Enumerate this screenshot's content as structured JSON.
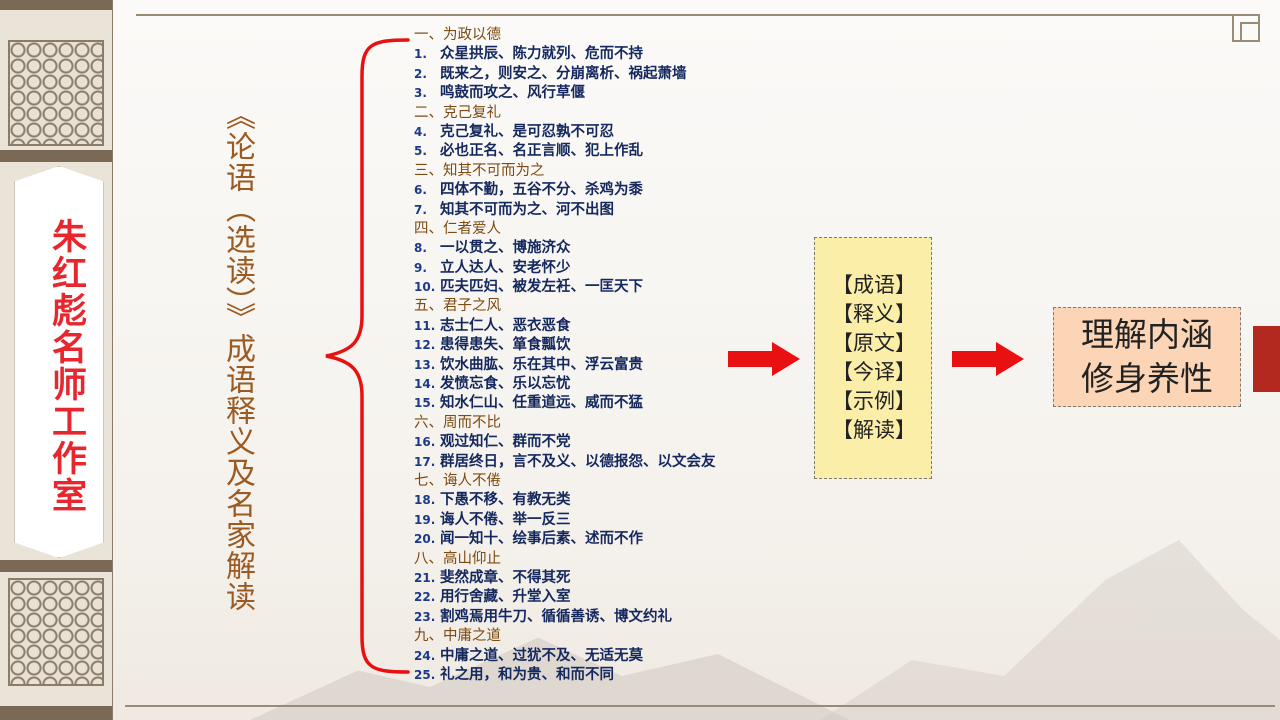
{
  "studio_title": "朱红彪名师工作室",
  "subtitle": "《论语（选读）》成语释义及名家解读",
  "outline": [
    {
      "type": "head",
      "text": "一、为政以德"
    },
    {
      "type": "item",
      "num": "1.",
      "text": "众星拱辰、陈力就列、危而不持"
    },
    {
      "type": "item",
      "num": "2.",
      "text": "既来之，则安之、分崩离析、祸起萧墙"
    },
    {
      "type": "item",
      "num": "3.",
      "text": "鸣鼓而攻之、风行草偃"
    },
    {
      "type": "head",
      "text": "二、克己复礼"
    },
    {
      "type": "item",
      "num": "4.",
      "text": "克己复礼、是可忍孰不可忍"
    },
    {
      "type": "item",
      "num": "5.",
      "text": "必也正名、名正言顺、犯上作乱"
    },
    {
      "type": "head",
      "text": "三、知其不可而为之"
    },
    {
      "type": "item",
      "num": "6.",
      "text": "四体不勤，五谷不分、杀鸡为黍"
    },
    {
      "type": "item",
      "num": "7.",
      "text": "知其不可而为之、河不出图"
    },
    {
      "type": "head",
      "text": "四、仁者爱人"
    },
    {
      "type": "item",
      "num": "8.",
      "text": "一以贯之、博施济众"
    },
    {
      "type": "item",
      "num": "9.",
      "text": "立人达人、安老怀少"
    },
    {
      "type": "item",
      "num": "10.",
      "text": "匹夫匹妇、被发左衽、一匡天下"
    },
    {
      "type": "head",
      "text": "五、君子之风"
    },
    {
      "type": "item",
      "num": "11.",
      "text": "志士仁人、恶衣恶食"
    },
    {
      "type": "item",
      "num": "12.",
      "text": "患得患失、箪食瓢饮"
    },
    {
      "type": "item",
      "num": "13.",
      "text": "饮水曲肱、乐在其中、浮云富贵"
    },
    {
      "type": "item",
      "num": "14.",
      "text": "发愤忘食、乐以忘忧"
    },
    {
      "type": "item",
      "num": "15.",
      "text": "知水仁山、任重道远、威而不猛"
    },
    {
      "type": "head",
      "text": "六、周而不比"
    },
    {
      "type": "item",
      "num": "16.",
      "text": "观过知仁、群而不党"
    },
    {
      "type": "item",
      "num": "17.",
      "text": "群居终日，言不及义、以德报怨、以文会友"
    },
    {
      "type": "head",
      "text": "七、诲人不倦"
    },
    {
      "type": "item",
      "num": "18.",
      "text": "下愚不移、有教无类"
    },
    {
      "type": "item",
      "num": "19.",
      "text": "诲人不倦、举一反三"
    },
    {
      "type": "item",
      "num": "20.",
      "text": "闻一知十、绘事后素、述而不作"
    },
    {
      "type": "head",
      "text": "八、高山仰止"
    },
    {
      "type": "item",
      "num": "21.",
      "text": "斐然成章、不得其死"
    },
    {
      "type": "item",
      "num": "22.",
      "text": "用行舍藏、升堂入室"
    },
    {
      "type": "item",
      "num": "23.",
      "text": "割鸡焉用牛刀、循循善诱、博文约礼"
    },
    {
      "type": "head",
      "text": "九、中庸之道"
    },
    {
      "type": "item",
      "num": "24.",
      "text": "中庸之道、过犹不及、无适无莫"
    },
    {
      "type": "item",
      "num": "25.",
      "text": "礼之用，和为贵、和而不同"
    }
  ],
  "tags": [
    "【成语】",
    "【释义】",
    "【原文】",
    "【今译】",
    "【示例】",
    "【解读】"
  ],
  "result": [
    "理解内涵",
    "修身养性"
  ],
  "colors": {
    "accent_red": "#e8262d",
    "arrow_red": "#e81010",
    "heading_brown": "#7c4a12",
    "item_blue": "#14285e",
    "tag_fill": "#fbeea8",
    "result_fill": "#fbd5b5"
  },
  "icons": [
    "right-arrow-icon",
    "curly-brace-icon",
    "lattice-pattern"
  ]
}
